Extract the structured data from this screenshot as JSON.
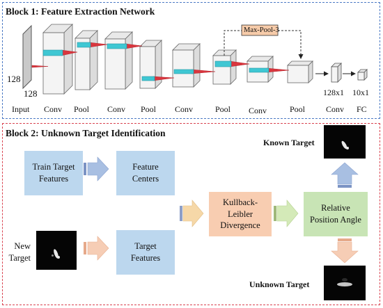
{
  "block1": {
    "title": "Block 1: Feature Extraction Network",
    "input_size_h": "128",
    "input_size_w": "128",
    "maxpool_label": "Max-Pool-3",
    "fc_vector_label": "128x1",
    "out_vector_label": "10x1",
    "layers": [
      "Input",
      "Conv",
      "Pool",
      "Conv",
      "Pool",
      "Conv",
      "Pool",
      "Conv",
      "Pool",
      "Conv",
      "FC"
    ]
  },
  "block2": {
    "title": "Block 2: Unknown Target Identification",
    "train_features": "Train Target Features",
    "feature_centers": "Feature Centers",
    "new_target": "New Target",
    "target_features": "Target Features",
    "kl_divergence": "Kullback-Leibler Divergence",
    "relative_angle": "Relative Position Angle",
    "known_target": "Known Target",
    "unknown_target": "Unknown Target"
  },
  "colors": {
    "block1_border": "#4a78c4",
    "block2_border": "#d9414e",
    "blue_box": "#bcd7ee",
    "orange_box": "#f8cdb1",
    "green_box": "#c8e4b5",
    "maxpool_box": "#f6cba9"
  }
}
